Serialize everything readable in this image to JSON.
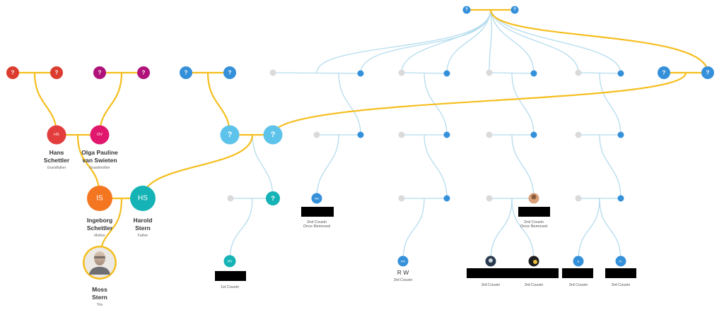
{
  "colors": {
    "line_direct": "#f5be1e",
    "line_relative": "#b4dcee",
    "placeholder_dot": "#dadada",
    "red": "#dc3b2f",
    "magenta": "#b0127a",
    "blue": "#3590da",
    "light_blue": "#5dc3ea",
    "teal": "#15b3b6",
    "orange": "#f57620",
    "pink": "#e0176c",
    "hs_red": "#e33c3c",
    "black": "#000000"
  },
  "unknown_mark": "?",
  "people": {
    "hans": {
      "initials": "HS",
      "name_line1": "Hans",
      "name_line2": "Schettler",
      "relation": "Grandfather"
    },
    "olga": {
      "initials": "OV",
      "name_line1": "Olga Pauline",
      "name_line2": "van Swieten",
      "relation": "Grandmother"
    },
    "ingeborg": {
      "initials": "IS",
      "name_line1": "Ingeborg",
      "name_line2": "Schettler",
      "relation": "Mother"
    },
    "harold": {
      "initials": "HS",
      "name_line1": "Harold",
      "name_line2": "Stern",
      "relation": "Father"
    },
    "moss": {
      "name_line1": "Moss",
      "name_line2": "Stern",
      "relation": "You"
    },
    "ms": {
      "initials": "MS",
      "relation": "1st Cousin"
    },
    "mb": {
      "initials": "MB",
      "relation_line1": "2nd Cousin",
      "relation_line2": "Once Removed"
    },
    "cousin2": {
      "relation_line1": "2nd Cousin",
      "relation_line2": "Once Removed"
    },
    "rw": {
      "initials": "RW",
      "name": "R W",
      "relation": "3rd Cousin"
    },
    "p1": {
      "relation": "3rd Cousin"
    },
    "p2": {
      "relation": "3rd Cousin"
    },
    "jl": {
      "initials": "JL",
      "relation": "3rd Cousin"
    },
    "pl": {
      "initials": "PL",
      "relation": "3rd Cousin"
    }
  }
}
